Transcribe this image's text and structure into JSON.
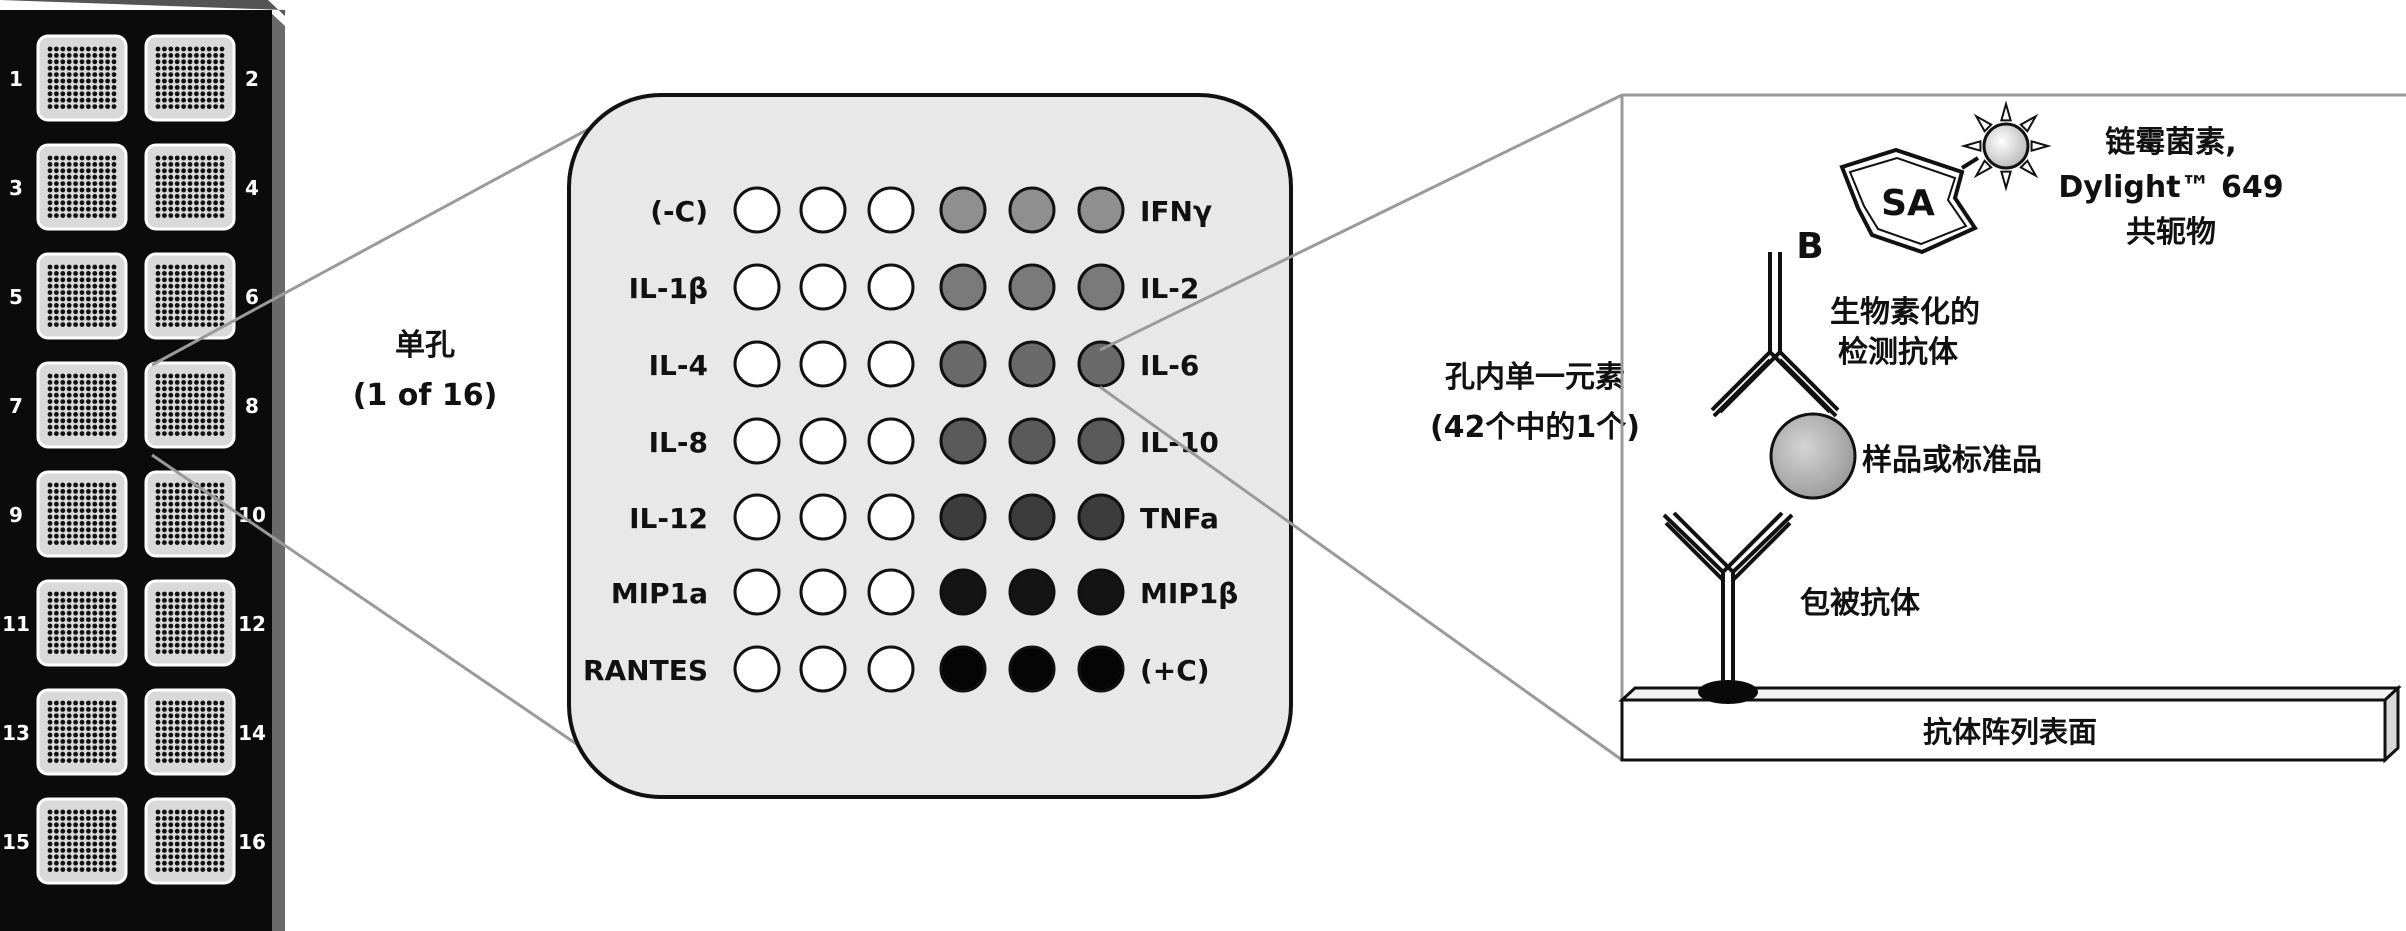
{
  "slide": {
    "wells": [
      "1",
      "2",
      "3",
      "4",
      "5",
      "6",
      "7",
      "8",
      "9",
      "10",
      "11",
      "12",
      "13",
      "14",
      "15",
      "16"
    ]
  },
  "single_well": {
    "label_line1": "单孔",
    "label_line2": "(1 of 16)"
  },
  "array": {
    "left_labels": [
      "(-C)",
      "IL-1β",
      "IL-4",
      "IL-8",
      "IL-12",
      "MIP1a",
      "RANTES"
    ],
    "right_labels": [
      "IFNγ",
      "IL-2",
      "IL-6",
      "IL-10",
      "TNFa",
      "MIP1β",
      "(+C)"
    ],
    "spot_colors": [
      "#8f8f8f",
      "#7a7a7a",
      "#6a6a6a",
      "#5a5a5a",
      "#3c3c3c",
      "#141414",
      "#050505"
    ]
  },
  "element": {
    "label_line1": "孔内单一元素",
    "label_line2": "(42个中的1个)"
  },
  "assay": {
    "streptavidin_label_line1": "链霉菌素,",
    "streptavidin_label_line2": "Dylight™ 649",
    "streptavidin_label_line3": "共轭物",
    "sa_text": "SA",
    "biotin_text": "B",
    "detection_label_line1": "生物素化的",
    "detection_label_line2": "检测抗体",
    "sample_label": "样品或标准品",
    "capture_label": "包被抗体",
    "surface_label": "抗体阵列表面"
  }
}
